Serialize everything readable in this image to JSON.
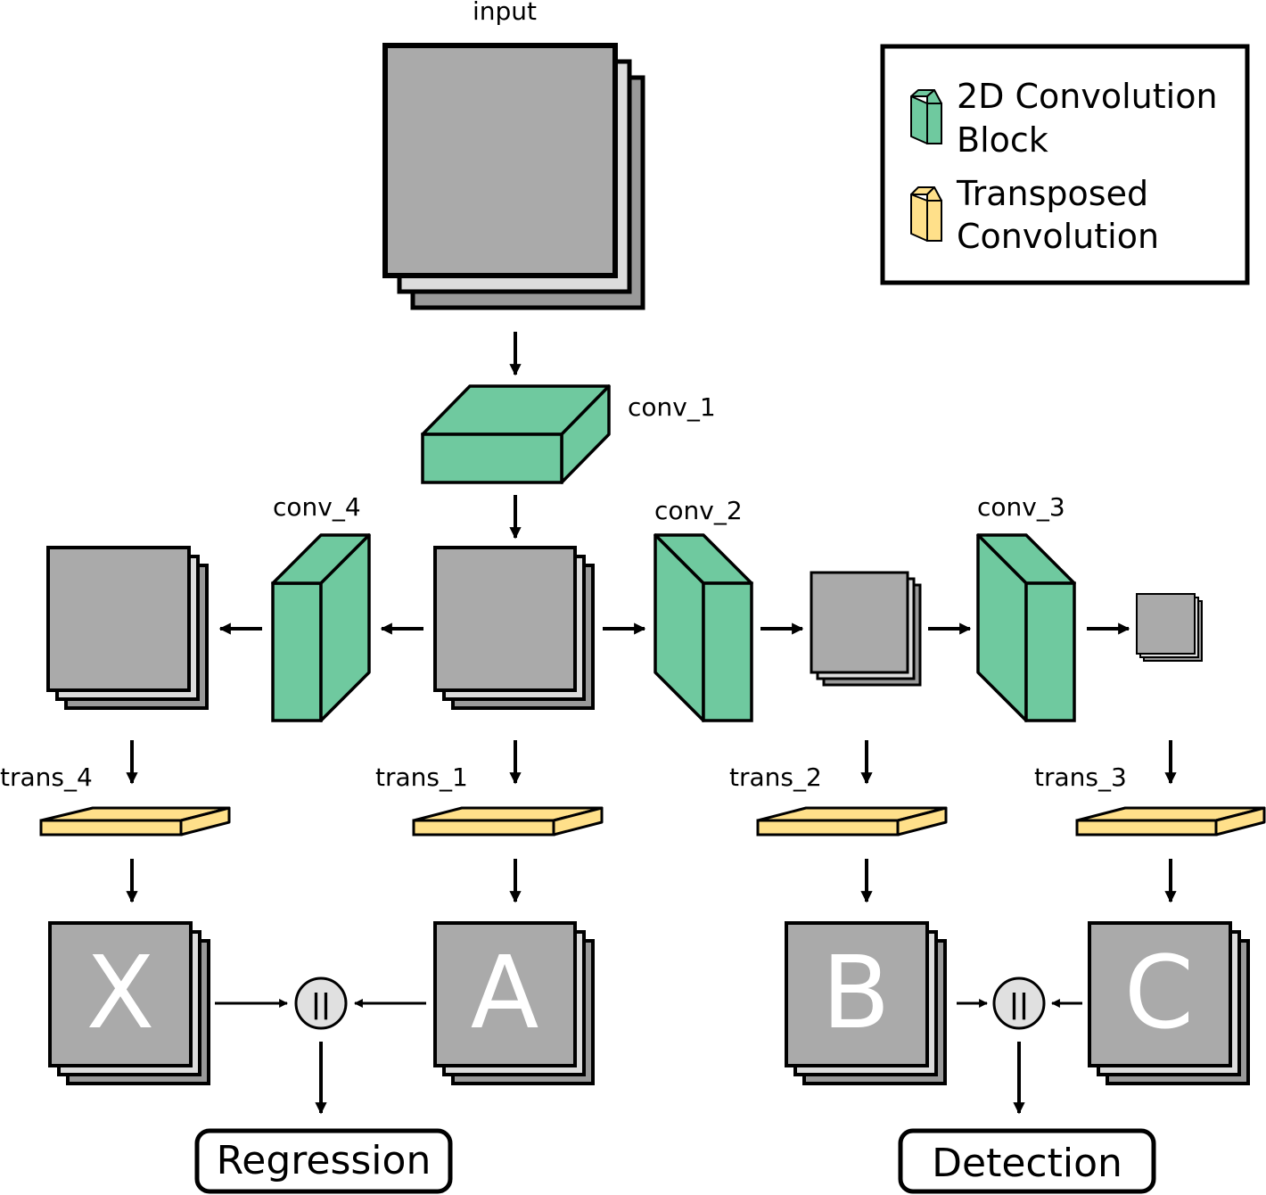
{
  "colors": {
    "conv": "#6fc99f",
    "trans": "#ffe08a",
    "map_front": "#aaaaaa",
    "map_mid": "#dcdcdc",
    "map_back": "#999999",
    "op_fill": "#e0e0e0"
  },
  "legend": {
    "conv_line1": "2D Convolution",
    "conv_line2": "Block",
    "trans_line1": "Transposed",
    "trans_line2": "Convolution"
  },
  "labels": {
    "input": "input",
    "conv_1": "conv_1",
    "conv_2": "conv_2",
    "conv_3": "conv_3",
    "conv_4": "conv_4",
    "trans_1": "trans_1",
    "trans_2": "trans_2",
    "trans_3": "trans_3",
    "trans_4": "trans_4"
  },
  "outputs": {
    "x": "X",
    "a": "A",
    "b": "B",
    "c": "C"
  },
  "operator": "||",
  "heads": {
    "regression": "Regression",
    "detection": "Detection"
  }
}
